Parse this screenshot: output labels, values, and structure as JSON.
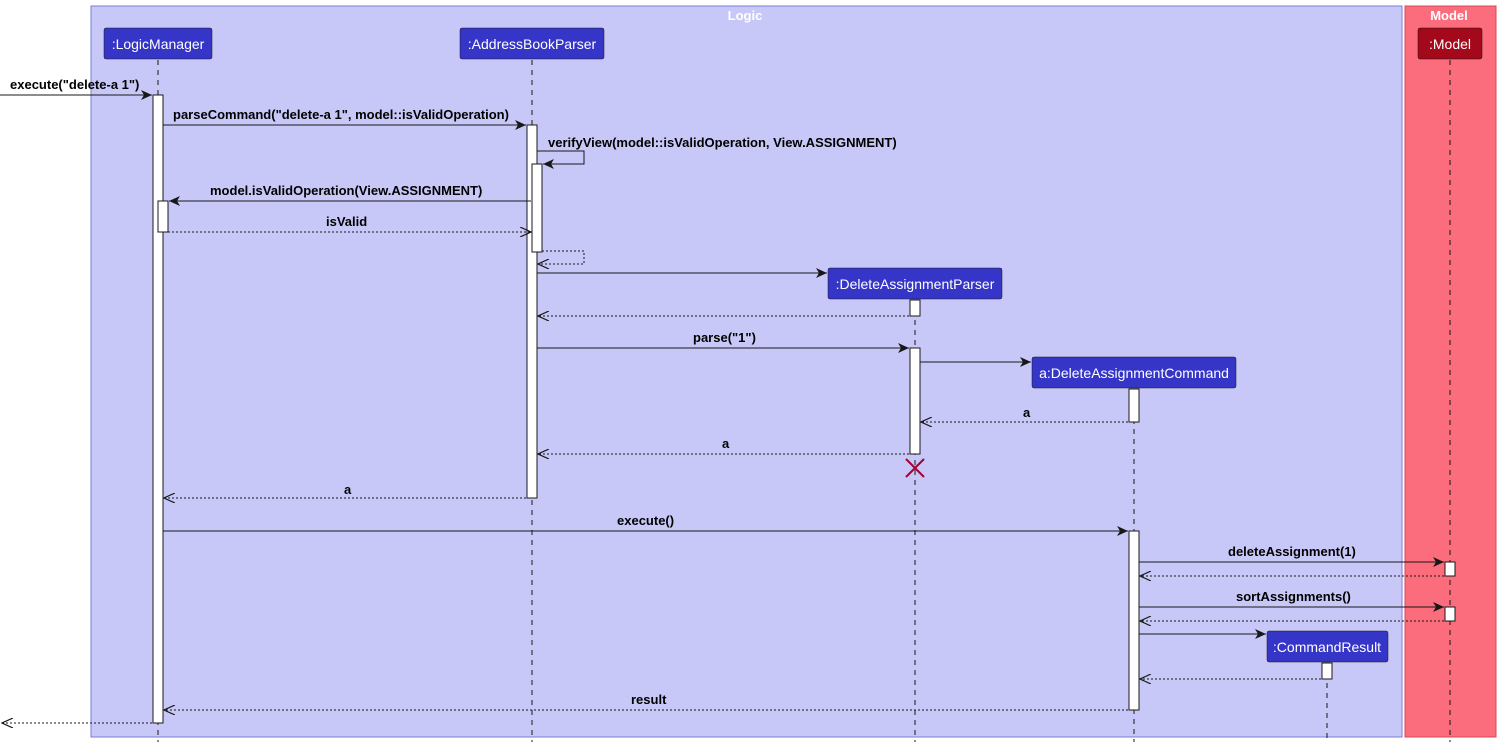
{
  "groups": {
    "logic": {
      "title": "Logic",
      "fill": "#c8c8f8",
      "stroke": "#7b7bd8"
    },
    "model": {
      "title": "Model",
      "fill": "#fb6c7c",
      "stroke": "#d84858"
    }
  },
  "participants": {
    "logic_manager": {
      "label": ":LogicManager",
      "fill": "#3535c7"
    },
    "address_book_parser": {
      "label": ":AddressBookParser",
      "fill": "#3535c7"
    },
    "delete_assignment_parser": {
      "label": ":DeleteAssignmentParser",
      "fill": "#3535c7"
    },
    "delete_assignment_command": {
      "label": "a:DeleteAssignmentCommand",
      "fill": "#3535c7"
    },
    "command_result": {
      "label": ":CommandResult",
      "fill": "#3535c7"
    },
    "model": {
      "label": ":Model",
      "fill": "#a3091a"
    }
  },
  "messages": {
    "execute_in": "execute(\"delete-a 1\")",
    "parse_command": "parseCommand(\"delete-a 1\", model::isValidOperation)",
    "verify_view": "verifyView(model::isValidOperation, View.ASSIGNMENT)",
    "is_valid_operation": "model.isValidOperation(View.ASSIGNMENT)",
    "is_valid": "isValid",
    "parse": "parse(\"1\")",
    "return_a_1": "a",
    "return_a_2": "a",
    "return_a_3": "a",
    "execute": "execute()",
    "delete_assignment": "deleteAssignment(1)",
    "sort_assignments": "sortAssignments()",
    "result": "result"
  },
  "colors": {
    "line": "#181818",
    "activation_fill": "#ffffff",
    "destroy": "#a80036"
  }
}
